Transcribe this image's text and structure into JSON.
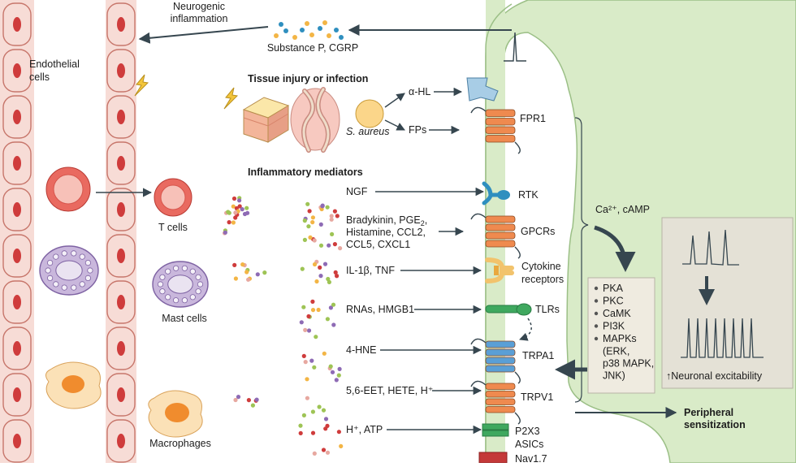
{
  "labels": {
    "neurogenic": "Neurogenic",
    "inflammation": "inflammation",
    "substance": "Substance P, CGRP",
    "endothelial": "Endothelial",
    "cells": "cells",
    "tissue_injury": "Tissue injury or infection",
    "s_aureus": "S. aureus",
    "alpha_hl": "α-HL",
    "fps": "FPs",
    "fpr1": "FPR1",
    "inflam_mediators": "Inflammatory mediators",
    "t_cells": "T cells",
    "mast_cells": "Mast cells",
    "macrophages": "Macrophages",
    "ngf": "NGF",
    "rtk": "RTK",
    "brady_1a": "Bradykinin, PGE",
    "brady_1b": "2",
    "brady_1c": ",",
    "brady_2": "Histamine, CCL2,",
    "brady_3": "CCL5, CXCL1",
    "gpcrs": "GPCRs",
    "il1b": "IL-1β, TNF",
    "cytokine": "Cytokine",
    "receptors": "receptors",
    "rnas": "RNAs, HMGB1",
    "tlrs": "TLRs",
    "hne": "4-HNE",
    "trpa1": "TRPA1",
    "eet": "5,6-EET, HETE, H⁺",
    "trpv1": "TRPV1",
    "h_atp": "H⁺, ATP",
    "p2x3": "P2X3",
    "asics": "ASICs",
    "nav": "Nav1.7",
    "ca_camp": "Ca²⁺, cAMP",
    "kinases": [
      "PKA",
      "PKC",
      "CaMK",
      "PI3K",
      "MAPKs"
    ],
    "mapk_detail": [
      "(ERK,",
      "p38 MAPK,",
      "JNK)"
    ],
    "excitability": "↑Neuronal excitability",
    "peripheral": "Peripheral",
    "sensitization": "sensitization"
  },
  "colors": {
    "neuron_fill": "#d9ebc8",
    "neuron_stroke": "#9bbf86",
    "vessel_fill": "#f7dcd6",
    "vessel_stroke": "#c7766b",
    "endo_nucleus": "#cf3c3c",
    "arrow": "#36464f",
    "receptor_orange": "#ef8a4f",
    "receptor_blue": "#5a9fd6",
    "receptor_green": "#3fa85f",
    "receptor_red": "#cf3c3c",
    "kinase_box": "#efebe0",
    "tcell": "#d23c3c",
    "mast": "#a78ec0",
    "macro": "#f3b06b"
  },
  "icons": {
    "lightning": "lightning-icon",
    "action_potential": "action-potential-icon"
  }
}
